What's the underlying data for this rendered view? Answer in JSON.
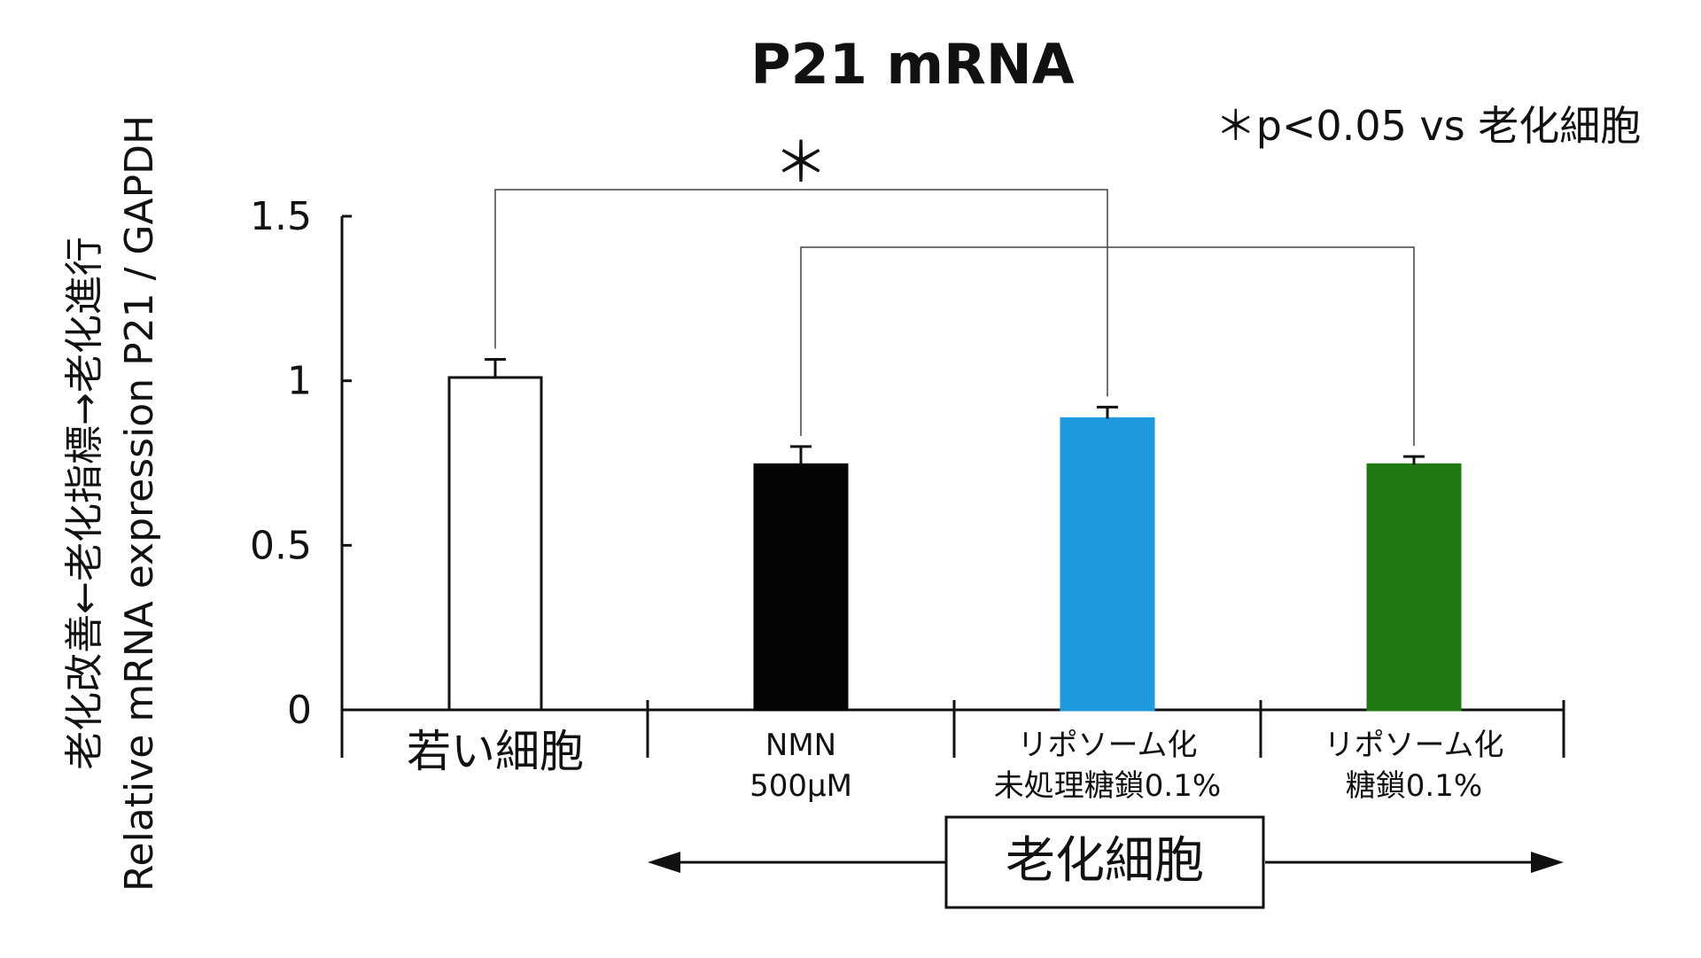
{
  "chart_data": {
    "type": "bar",
    "title": "P21 mRNA",
    "annotation": "＊p<0.05 vs 老化細胞",
    "ylabel_line1": "老化改善←老化指標→老化進行",
    "ylabel_line2": "Relative mRNA expression P21 / GAPDH",
    "ylim": [
      0,
      1.5
    ],
    "yticks": [
      {
        "value": 0,
        "label": "0"
      },
      {
        "value": 0.5,
        "label": "0.5"
      },
      {
        "value": 1,
        "label": "1"
      },
      {
        "value": 1.5,
        "label": "1.5"
      }
    ],
    "categories": [
      {
        "lines": [
          "若い細胞"
        ],
        "value": 1.01,
        "error": 0.055,
        "color": "#ffffff",
        "stroke": "#111111"
      },
      {
        "lines": [
          "NMN",
          "500μM"
        ],
        "value": 0.745,
        "error": 0.055,
        "color": "#050404",
        "stroke": "#050404"
      },
      {
        "lines": [
          "リポソーム化",
          "未処理糖鎖0.1%"
        ],
        "value": 0.885,
        "error": 0.035,
        "color": "#1e98de",
        "stroke": "#1e98de"
      },
      {
        "lines": [
          "リポソーム化",
          "糖鎖0.1%"
        ],
        "value": 0.745,
        "error": 0.025,
        "color": "#1f7a12",
        "stroke": "#1f7a12"
      }
    ],
    "significance": [
      {
        "from": 0,
        "to": 2,
        "mark": "＊"
      },
      {
        "from": 1,
        "to": 3,
        "mark": ""
      }
    ],
    "group_label": "老化細胞",
    "group_span": [
      1,
      3
    ]
  }
}
